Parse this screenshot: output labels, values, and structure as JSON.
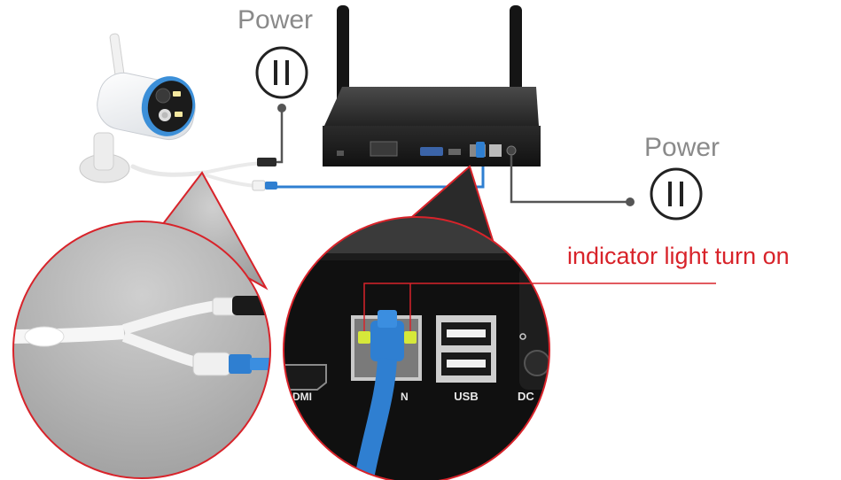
{
  "labels": {
    "power_left": "Power",
    "power_right": "Power",
    "indicator": "indicator light turn on",
    "usb": "USB",
    "dc": "DC",
    "hdmi": "DMI",
    "lan_partial": "N"
  },
  "icons": {
    "power_outlet": "power-outlet-icon",
    "camera": "wifi-bullet-camera-icon",
    "nvr": "nvr-recorder-icon"
  },
  "colors": {
    "callout_border": "#d8232a",
    "annotation_text": "#d8232a",
    "power_text": "#8a8a8a",
    "network_cable": "#2f7fd1",
    "indicator_led": "#d6e83a",
    "device_body": "#1e1e1e"
  }
}
